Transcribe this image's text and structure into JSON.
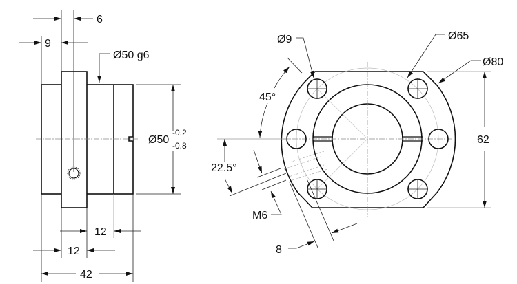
{
  "side_view": {
    "dim_flange_offset": "6",
    "dim_flange_left": "9",
    "dim_fit_label": "Ø50 g6",
    "dim_diameter": "Ø50",
    "dim_tol_upper": "-0.2",
    "dim_tol_lower": "-0.8",
    "dim_right_section": "12",
    "dim_flange_width": "12",
    "dim_total_length": "42"
  },
  "front_view": {
    "dim_hole": "Ø9",
    "dim_bolt_circle": "Ø65",
    "dim_outer": "Ø80",
    "dim_angle_holes": "45°",
    "dim_angle_thread": "22.5°",
    "dim_thread": "M6",
    "dim_thread_offset": "8",
    "dim_height": "62"
  }
}
